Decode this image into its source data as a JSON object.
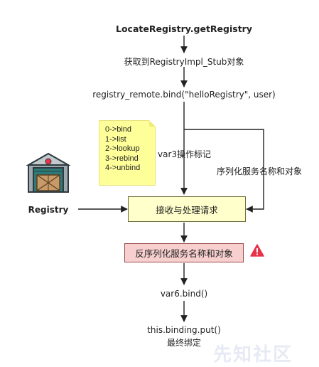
{
  "steps": {
    "top_title": "LocateRegistry.getRegistry",
    "get_stub": "获取到RegistryImpl_Stub对象",
    "bind_call": "registry_remote.bind(\"helloRegistry\", user)",
    "var3_label": "var3操作标记",
    "serialize_label": "序列化服务名称和对象",
    "receive_box": "接收与处理请求",
    "deserialize_box": "反序列化服务名称和对象",
    "var6_bind": "var6.bind()",
    "binding_put": "this.binding.put()",
    "final_bind": "最终绑定"
  },
  "registry": {
    "label": "Registry",
    "icon": "warehouse-icon"
  },
  "opcodes_note": [
    "0->bind",
    "1->list",
    "2->lookup",
    "3->rebind",
    "4->unbind"
  ],
  "warning_icon": "warning-icon",
  "watermark": "先知社区",
  "colors": {
    "note_bg": "#ffff99",
    "process_box": "#ffffcc",
    "deserialize_box": "#f8cfcf",
    "warning": "#e8334a",
    "registry_teal": "#2f7a78"
  }
}
